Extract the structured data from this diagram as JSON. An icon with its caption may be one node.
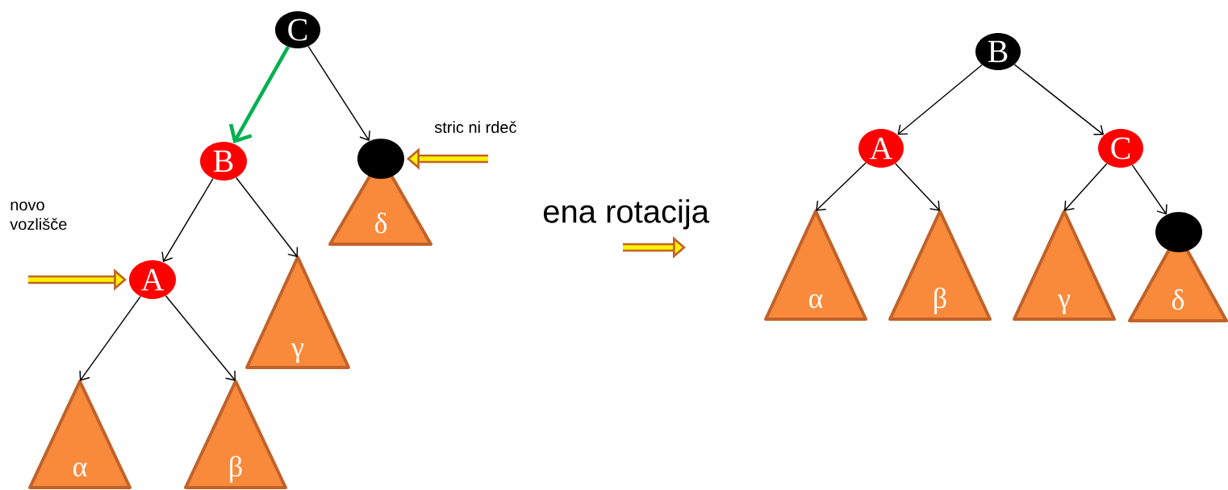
{
  "diagram": {
    "nodes": [
      {
        "text": [
          "C"
        ]
      },
      {
        "text": [
          "B"
        ]
      },
      {
        "text": [],
        "shape": "circle"
      },
      {
        "text": [
          "δ"
        ]
      },
      {
        "text": [
          "A"
        ]
      },
      {
        "text": [
          "γ"
        ]
      },
      {
        "text": [
          "α"
        ]
      },
      {
        "text": [
          "β"
        ]
      },
      {
        "text": [
          "B"
        ]
      },
      {
        "text": [
          "A"
        ]
      },
      {
        "text": [
          "C"
        ]
      },
      {
        "text": [
          "α"
        ]
      },
      {
        "text": [
          "β"
        ]
      },
      {
        "text": [
          "γ"
        ]
      },
      {
        "text": [],
        "shape": "circle"
      },
      {
        "text": [
          "δ"
        ]
      }
    ],
    "edges": [
      {
        "from": 0,
        "to": 1,
        "arrow": "to",
        "style": "thick",
        "color": "#00b050"
      },
      {
        "from": 0,
        "to": 2,
        "arrow": "to"
      },
      {
        "from": 1,
        "to": 4,
        "arrow": "to"
      },
      {
        "from": 1,
        "to": 5,
        "arrow": "to"
      },
      {
        "from": 4,
        "to": 6,
        "arrow": "to"
      },
      {
        "from": 4,
        "to": 7,
        "arrow": "to"
      },
      {
        "from": null,
        "to": 4,
        "arrow": "to",
        "style": "thick",
        "color": "#c0622a"
      },
      {
        "from": null,
        "to": 2,
        "arrow": "to",
        "style": "thick",
        "color": "#c0622a"
      },
      {
        "from": 8,
        "to": 9,
        "arrow": "to"
      },
      {
        "from": 8,
        "to": 10,
        "arrow": "to"
      },
      {
        "from": 9,
        "to": 11,
        "arrow": "to"
      },
      {
        "from": 9,
        "to": 12,
        "arrow": "to"
      },
      {
        "from": 10,
        "to": 13,
        "arrow": "to"
      },
      {
        "from": 10,
        "to": 14,
        "arrow": "to"
      }
    ],
    "labels": [
      "novo vozlišče",
      "stric ni rdeč",
      "ena rotacija"
    ]
  }
}
